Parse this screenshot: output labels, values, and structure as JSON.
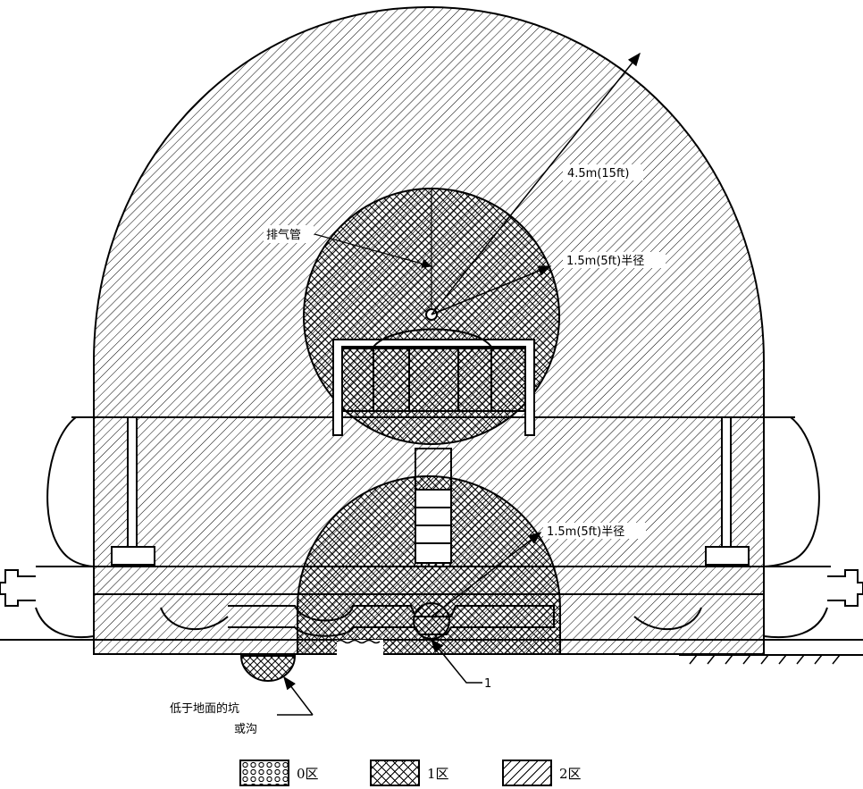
{
  "labels": {
    "radius_large": "4.5m(15ft)",
    "vent_pipe": "排气管",
    "radius_top": "1.5m(5ft)半径",
    "radius_bottom": "1.5m(5ft)半径",
    "note_1": "1",
    "ground_pit": "低于地面的坑",
    "pit_hole": "或沟"
  },
  "legend": [
    {
      "pattern": "dots",
      "label": "0区"
    },
    {
      "pattern": "crosshatch",
      "label": "1区"
    },
    {
      "pattern": "hatch",
      "label": "2区"
    }
  ]
}
